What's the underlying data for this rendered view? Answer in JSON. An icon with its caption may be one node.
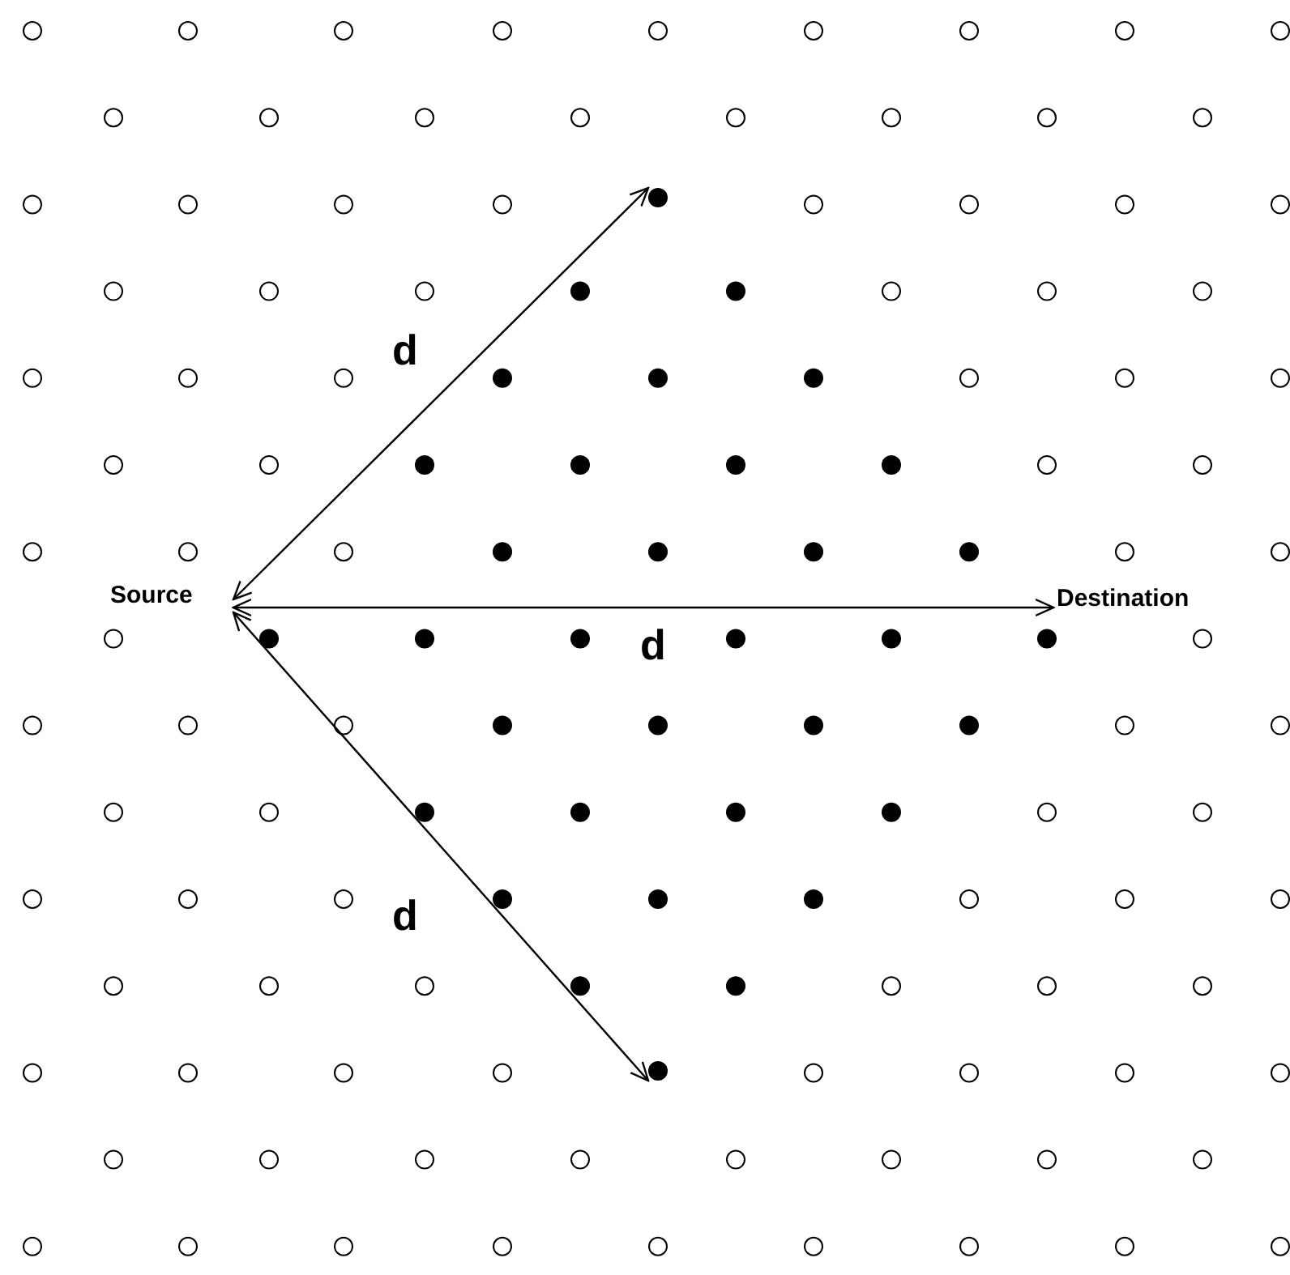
{
  "diagram": {
    "nodes": [
      {
        "text": [
          "Source"
        ]
      },
      {
        "text": [
          "Destination"
        ]
      },
      {
        "text": [],
        "shape": "circle"
      },
      {
        "text": [],
        "shape": "circle"
      }
    ],
    "edges": [
      {
        "from": 0,
        "to": 2,
        "arrow": "both",
        "label": "d"
      },
      {
        "from": 0,
        "to": 1,
        "arrow": "both",
        "label": "d"
      },
      {
        "from": 0,
        "to": 3,
        "arrow": "both",
        "label": "d"
      }
    ]
  }
}
